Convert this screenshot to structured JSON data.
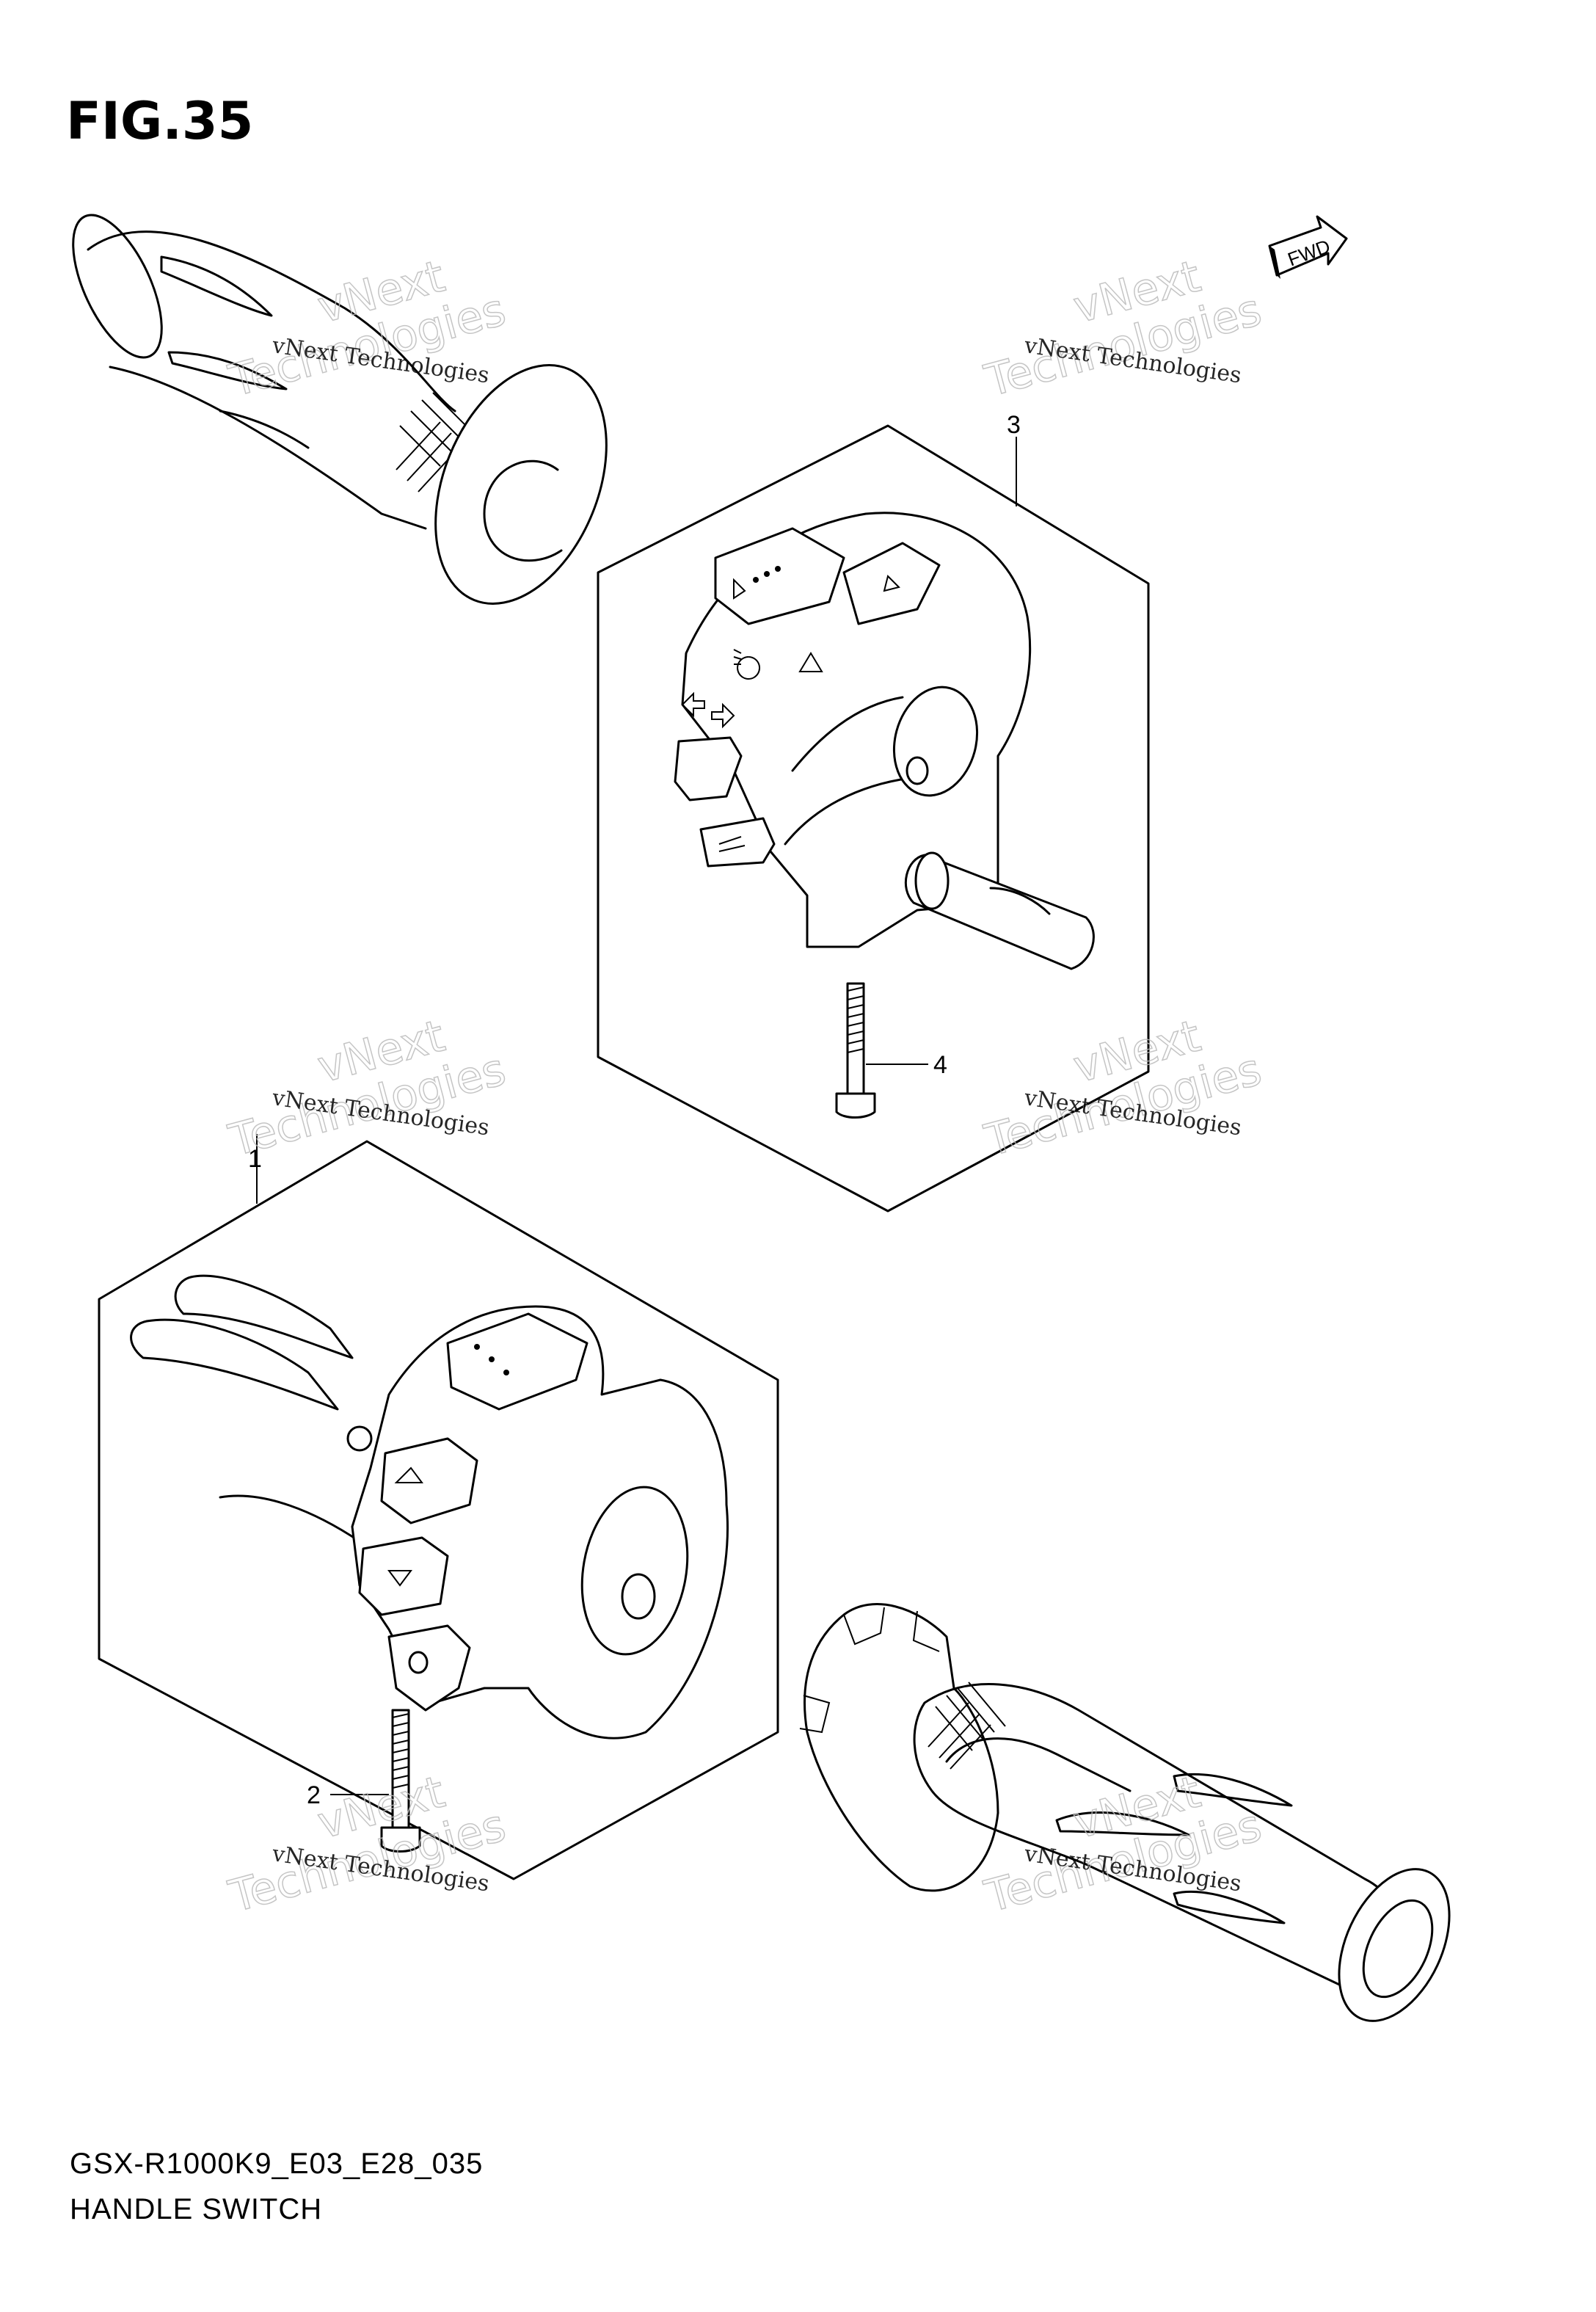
{
  "figure": {
    "title": "FIG.35",
    "model_code": "GSX-R1000K9_E03_E28_035",
    "part_group": "HANDLE SWITCH",
    "fwd_label": "FWD"
  },
  "callouts": [
    {
      "number": "1",
      "part": "left-handle-switch"
    },
    {
      "number": "2",
      "part": "left-switch-screw"
    },
    {
      "number": "3",
      "part": "right-handle-switch"
    },
    {
      "number": "4",
      "part": "right-switch-screw"
    }
  ],
  "watermark": {
    "company": "vNext Technologies",
    "line1": "vNext",
    "line2": "Technologies"
  }
}
